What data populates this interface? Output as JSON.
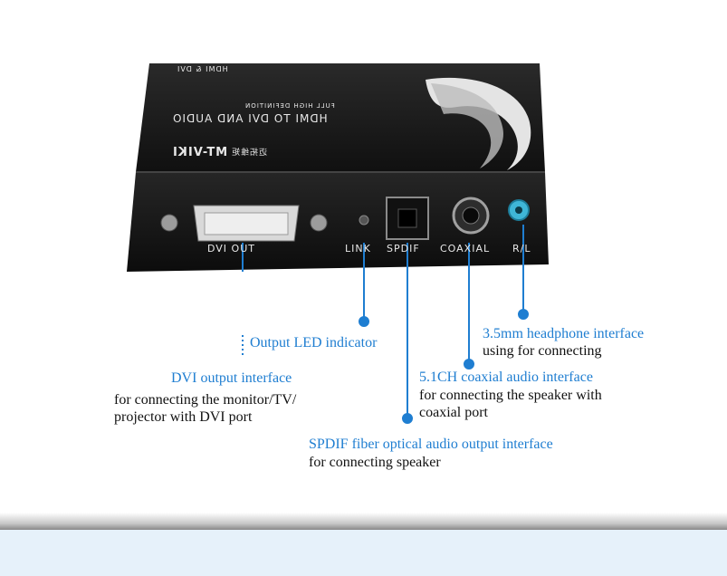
{
  "device": {
    "brand": "MT-VIKI",
    "brand_sub": "迈拓维矩",
    "model_title": "HDMI TO DVI AND AUDIO",
    "model_sub": "FULL HIGH DEFINITION",
    "top_label": "HDMI & DVI",
    "port_labels": {
      "dvi": "DVI OUT",
      "link": "LINK",
      "spdif": "SPDIF",
      "coaxial": "COAXIAL",
      "rl": "R/L"
    }
  },
  "annotations": {
    "led": {
      "title": "Output LED indicator"
    },
    "dvi": {
      "title": "DVI output interface",
      "desc_line1": "for connecting the monitor/TV/",
      "desc_line2": "projector with DVI port"
    },
    "spdif": {
      "title": "SPDIF fiber optical audio output interface",
      "desc_line1": "for connecting speaker"
    },
    "coax": {
      "title": "5.1CH coaxial audio interface",
      "desc_line1": "for connecting the speaker with",
      "desc_line2": "coaxial port"
    },
    "headphone": {
      "title": "3.5mm headphone interface",
      "desc_line1": "using for connecting"
    }
  },
  "colors": {
    "accent": "#1f7ed1",
    "device_body": "#1a1a1a",
    "text": "#111111"
  }
}
